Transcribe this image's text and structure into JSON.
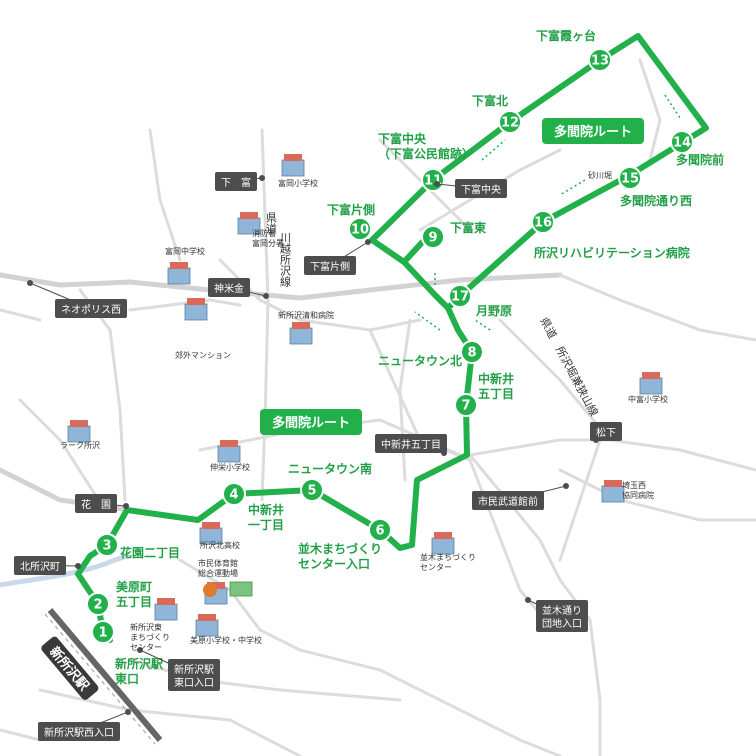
{
  "route_name": "多間院ルート",
  "colors": {
    "route": "#22b04b",
    "tag": "#4d4d4d",
    "road": "#dcdcdc",
    "river": "#c9d9ea"
  },
  "stops": [
    {
      "num": "1",
      "name_lines": [
        "新所沢駅",
        "東口"
      ]
    },
    {
      "num": "2",
      "name_lines": [
        "美原町",
        "五丁目"
      ]
    },
    {
      "num": "3",
      "name_lines": [
        "花園二丁目"
      ]
    },
    {
      "num": "4",
      "name_lines": [
        "中新井",
        "一丁目"
      ]
    },
    {
      "num": "5",
      "name_lines": [
        "ニュータウン南"
      ]
    },
    {
      "num": "6",
      "name_lines": [
        "並木まちづくり",
        "センター入口"
      ]
    },
    {
      "num": "7",
      "name_lines": [
        "中新井",
        "五丁目"
      ]
    },
    {
      "num": "8",
      "name_lines": [
        "ニュータウン北"
      ]
    },
    {
      "num": "9",
      "name_lines": [
        "下富東"
      ]
    },
    {
      "num": "10",
      "name_lines": [
        "下富片側"
      ]
    },
    {
      "num": "11",
      "name_lines": [
        "下富中央",
        "（下富公民館跡）"
      ]
    },
    {
      "num": "12",
      "name_lines": [
        "下富北"
      ]
    },
    {
      "num": "13",
      "name_lines": [
        "下富霞ヶ台"
      ]
    },
    {
      "num": "14",
      "name_lines": [
        "多聞院前"
      ]
    },
    {
      "num": "15",
      "name_lines": [
        "多聞院通り西"
      ]
    },
    {
      "num": "16",
      "name_lines": [
        "所沢リハビリテーション病院"
      ]
    },
    {
      "num": "17",
      "name_lines": [
        "月野原"
      ]
    }
  ],
  "intersections": [
    "下　富",
    "神米金",
    "ネオポリス西",
    "下富中央",
    "下富片側",
    "中新井五丁目",
    "松下",
    "市民武道館前",
    "花　園",
    "北所沢町",
    "新所沢駅",
    "新所沢駅\n東口入口",
    "新所沢駅西入口",
    "並木通り\n団地入口"
  ],
  "facilities": [
    "富岡小学校",
    "消防署\n富岡分署",
    "富岡中学校",
    "郊外マンション",
    "新所沢清和病院",
    "ラーク所沢",
    "中富小学校",
    "埼玉西\n協同病院",
    "伸栄小学校",
    "所沢北高校",
    "市民体育館\n総合運動場",
    "新所沢東\nまちづくり\nセンター",
    "美原小学校・中学校",
    "並木まちづくり\nセンター",
    "砂川堀"
  ],
  "road_names": {
    "kawagoe": [
      "県道",
      "川越所沢線"
    ],
    "sayama": [
      "県道　所沢堀兼狭山線"
    ]
  }
}
